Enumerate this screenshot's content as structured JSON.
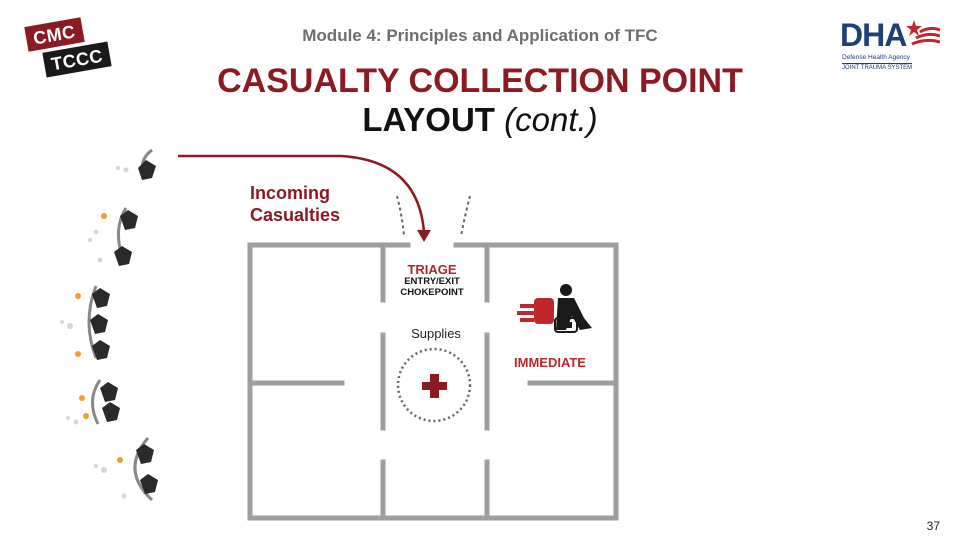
{
  "header": {
    "module_title": "Module 4: Principles and Application of TFC",
    "main_title": "CASUALTY COLLECTION POINT",
    "sub_title_bold": "LAYOUT",
    "sub_title_italic": "(cont.)"
  },
  "logos": {
    "left_top": "CMC",
    "left_bottom": "TCCC",
    "right_main": "DHA",
    "right_sub1": "Defense Health Agency",
    "right_sub2": "JOINT TRAUMA SYSTEM"
  },
  "diagram": {
    "incoming_line1": "Incoming",
    "incoming_line2": "Casualties",
    "triage": "TRIAGE",
    "entry_exit_line1": "ENTRY/EXIT",
    "entry_exit_line2": "CHOKEPOINT",
    "supplies": "Supplies",
    "immediate": "IMMEDIATE",
    "colors": {
      "accent_red": "#8b1a22",
      "bright_red": "#c0272d",
      "wall_gray": "#9e9e9e"
    }
  },
  "footer": {
    "page_number": "37"
  }
}
